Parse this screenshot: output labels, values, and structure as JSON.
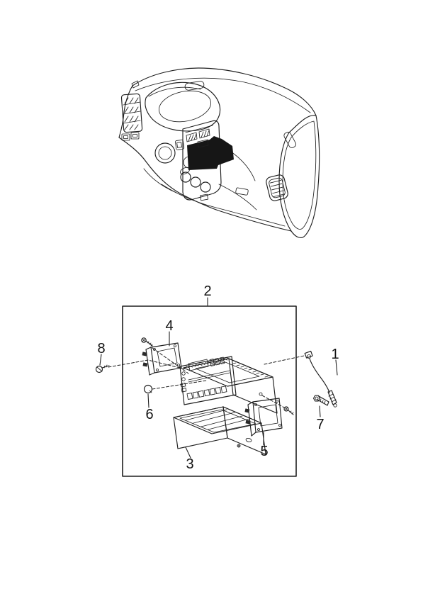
{
  "diagram": {
    "callouts": {
      "part1": {
        "label": "1"
      },
      "part2": {
        "label": "2"
      },
      "part3": {
        "label": "3"
      },
      "part4": {
        "label": "4"
      },
      "part5": {
        "label": "5"
      },
      "part6": {
        "label": "6"
      },
      "part7": {
        "label": "7"
      },
      "part8": {
        "label": "8"
      }
    }
  },
  "colors": {
    "line": "#1f1f1f",
    "highlight_fill": "#161616",
    "background": "#ffffff"
  }
}
